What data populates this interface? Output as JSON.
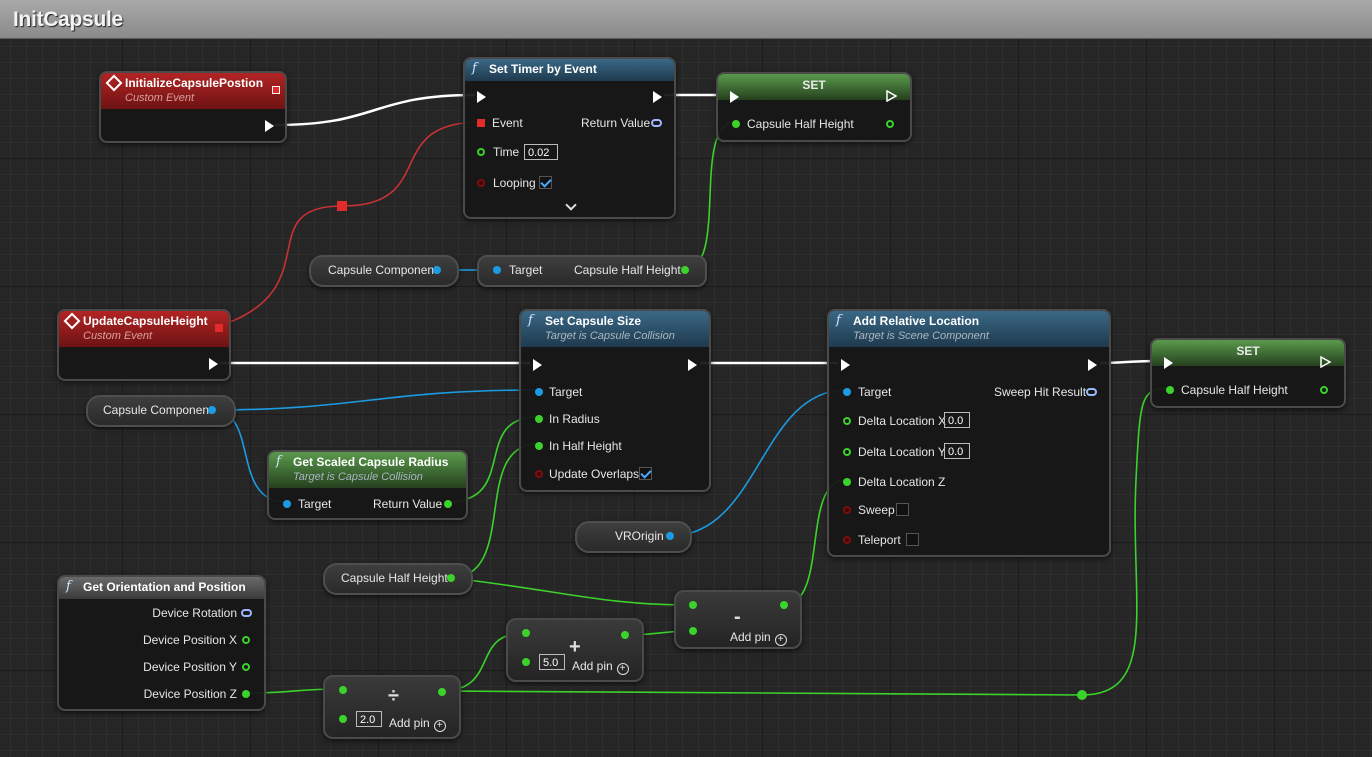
{
  "graph_title": "InitCapsule",
  "colors": {
    "exec": "#ffffff",
    "float": "#3bd22b",
    "object": "#1b9ce2",
    "delegate": "#e32b2b",
    "bool": "#7a1010"
  },
  "nodes": {
    "init_event": {
      "title": "InitializeCapsulePostion",
      "subtitle": "Custom Event"
    },
    "update_event": {
      "title": "UpdateCapsuleHeight",
      "subtitle": "Custom Event"
    },
    "set_timer": {
      "title": "Set Timer by Event",
      "event": "Event",
      "return_value": "Return Value",
      "time": "Time",
      "time_value": "0.02",
      "looping": "Looping"
    },
    "set1": {
      "title": "SET",
      "pin": "Capsule Half Height"
    },
    "capsule_comp_1": {
      "label": "Capsule Component"
    },
    "get_half_height": {
      "target": "Target",
      "out": "Capsule Half Height"
    },
    "capsule_comp_2": {
      "label": "Capsule Component"
    },
    "get_scaled_radius": {
      "title": "Get Scaled Capsule Radius",
      "subtitle": "Target is Capsule Collision",
      "target": "Target",
      "return_value": "Return Value"
    },
    "set_capsule_size": {
      "title": "Set Capsule Size",
      "subtitle": "Target is Capsule Collision",
      "target": "Target",
      "in_radius": "In Radius",
      "in_half_height": "In Half Height",
      "update_overlaps": "Update Overlaps"
    },
    "add_rel_loc": {
      "title": "Add Relative Location",
      "subtitle": "Target is Scene Component",
      "target": "Target",
      "sweep_hit": "Sweep Hit Result",
      "dx": "Delta Location X",
      "dx_value": "0.0",
      "dy": "Delta Location Y",
      "dy_value": "0.0",
      "dz": "Delta Location Z",
      "sweep": "Sweep",
      "teleport": "Teleport"
    },
    "set2": {
      "title": "SET",
      "pin": "Capsule Half Height"
    },
    "vrorigin": {
      "label": "VROrigin"
    },
    "capsule_half_height_var": {
      "label": "Capsule Half Height"
    },
    "get_orientation": {
      "title": "Get Orientation and Position",
      "rot": "Device Rotation",
      "px": "Device Position X",
      "py": "Device Position Y",
      "pz": "Device Position Z"
    },
    "divide": {
      "op": "÷",
      "value": "2.0",
      "add_pin": "Add pin"
    },
    "add": {
      "op": "+",
      "value": "5.0",
      "add_pin": "Add pin"
    },
    "subtract": {
      "op": "-",
      "add_pin": "Add pin"
    }
  }
}
